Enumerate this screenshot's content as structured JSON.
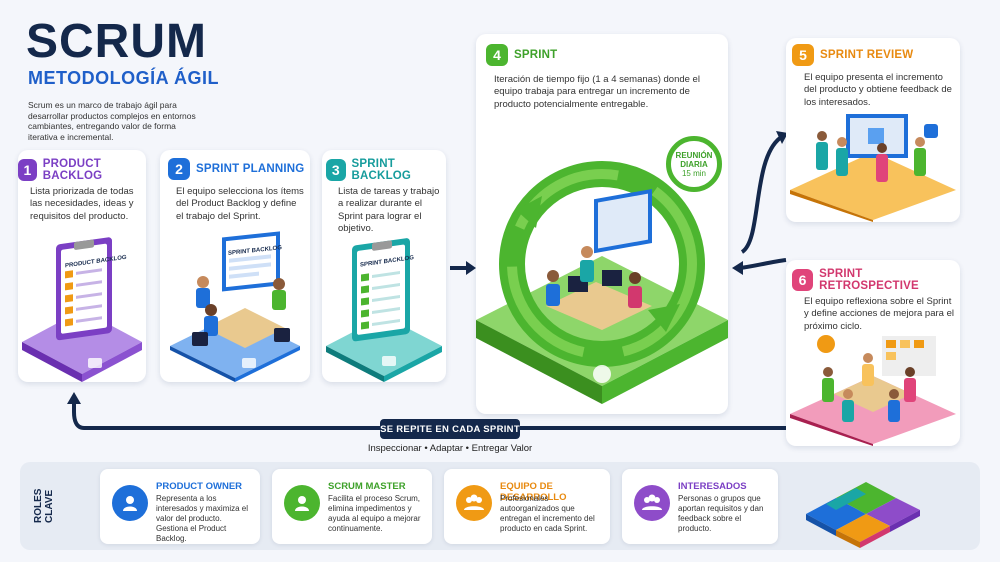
{
  "header": {
    "title": "SCRUM",
    "subtitle": "METODOLOGÍA ÁGIL",
    "intro": "Scrum es un marco de trabajo ágil para desarrollar productos complejos en entornos cambiantes, entregando valor de forma iterativa e incremental."
  },
  "steps": [
    {
      "num": "1",
      "title": "PRODUCT BACKLOG",
      "desc": "Lista priorizada de todas las necesidades, ideas y requisitos del producto.",
      "illustration_label": "PRODUCT BACKLOG",
      "color": "#7b3fc4"
    },
    {
      "num": "2",
      "title": "SPRINT PLANNING",
      "desc": "El equipo selecciona los ítems del Product Backlog y define el trabajo del Sprint.",
      "illustration_label": "SPRINT BACKLOG",
      "color": "#1e6fd9"
    },
    {
      "num": "3",
      "title": "SPRINT BACKLOG",
      "desc": "Lista de tareas y trabajo a realizar durante el Sprint para lograr el objetivo.",
      "illustration_label": "SPRINT BACKLOG",
      "color": "#1aa6a6"
    },
    {
      "num": "4",
      "title": "SPRINT",
      "desc": "Iteración de tiempo fijo (1 a 4 semanas) donde el equipo trabaja para entregar un incremento de producto potencialmente entregable.",
      "color": "#4cb52f"
    },
    {
      "num": "5",
      "title": "SPRINT REVIEW",
      "desc": "El equipo presenta el incremento del producto y obtiene feedback de los interesados.",
      "color": "#f09a14"
    },
    {
      "num": "6",
      "title": "SPRINT RETROSPECTIVE",
      "desc": "El equipo reflexiona sobre el Sprint y define acciones de mejora para el próximo ciclo.",
      "color": "#e0447a"
    }
  ],
  "daily": {
    "line1": "REUNIÓN",
    "line2": "DIARIA",
    "line3": "15 min"
  },
  "cycle": {
    "label": "SE REPITE EN CADA SPRINT",
    "sub": "Inspeccionar  •  Adaptar  •  Entregar Valor"
  },
  "roles": {
    "label": "ROLES CLAVE",
    "items": [
      {
        "name": "PRODUCT OWNER",
        "desc": "Representa a los interesados y maximiza el valor del producto. Gestiona el Product Backlog.",
        "color": "#1e6fd9"
      },
      {
        "name": "SCRUM MASTER",
        "desc": "Facilita el proceso Scrum, elimina impedimentos y ayuda al equipo a mejorar continuamente.",
        "color": "#4cb52f"
      },
      {
        "name": "EQUIPO DE DESARROLLO",
        "desc": "Profesionales autoorganizados que entregan el incremento del producto en cada Sprint.",
        "color": "#f09a14"
      },
      {
        "name": "INTERESADOS",
        "desc": "Personas o grupos que aportan requisitos y dan feedback sobre el producto.",
        "color": "#8e4cc9"
      }
    ]
  }
}
